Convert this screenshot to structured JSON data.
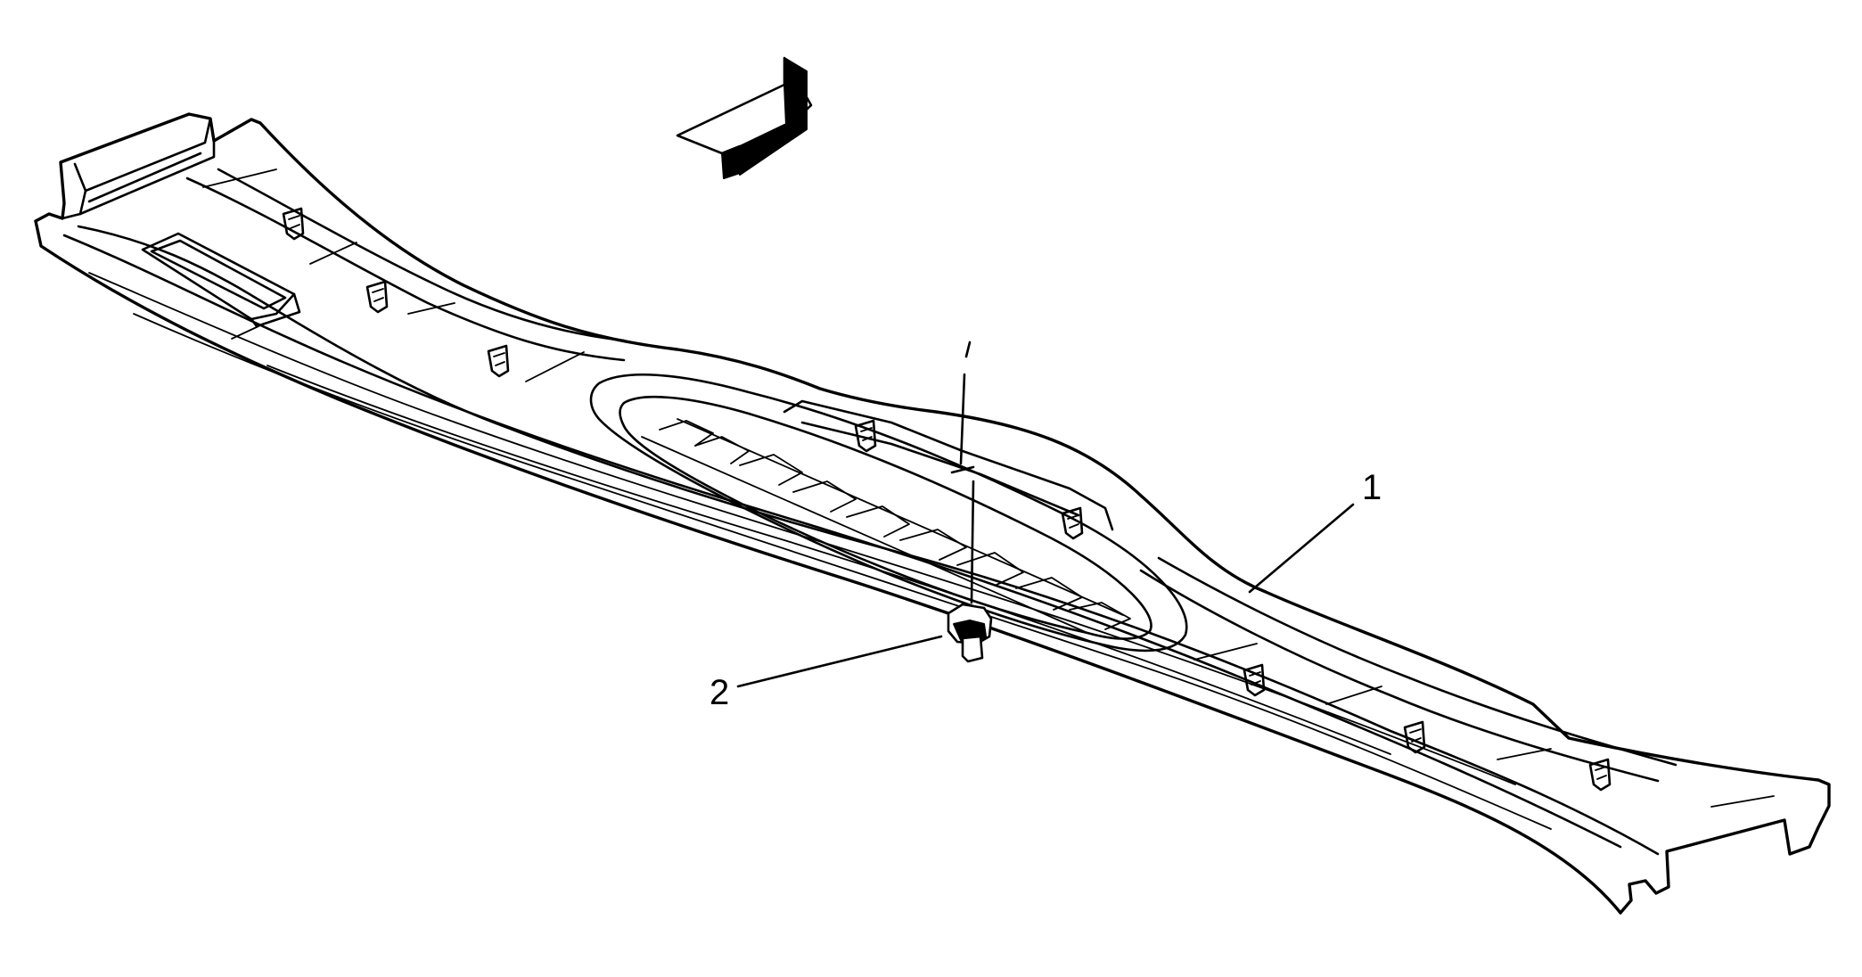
{
  "diagram": {
    "callouts": [
      {
        "id": "callout-1",
        "label": "1"
      },
      {
        "id": "callout-2",
        "label": "2"
      }
    ],
    "icons": {
      "direction_arrow": "front-direction-arrow-icon",
      "retainer_clip": "retainer-clip-icon",
      "fastener": "push-pin-fastener-icon"
    }
  }
}
